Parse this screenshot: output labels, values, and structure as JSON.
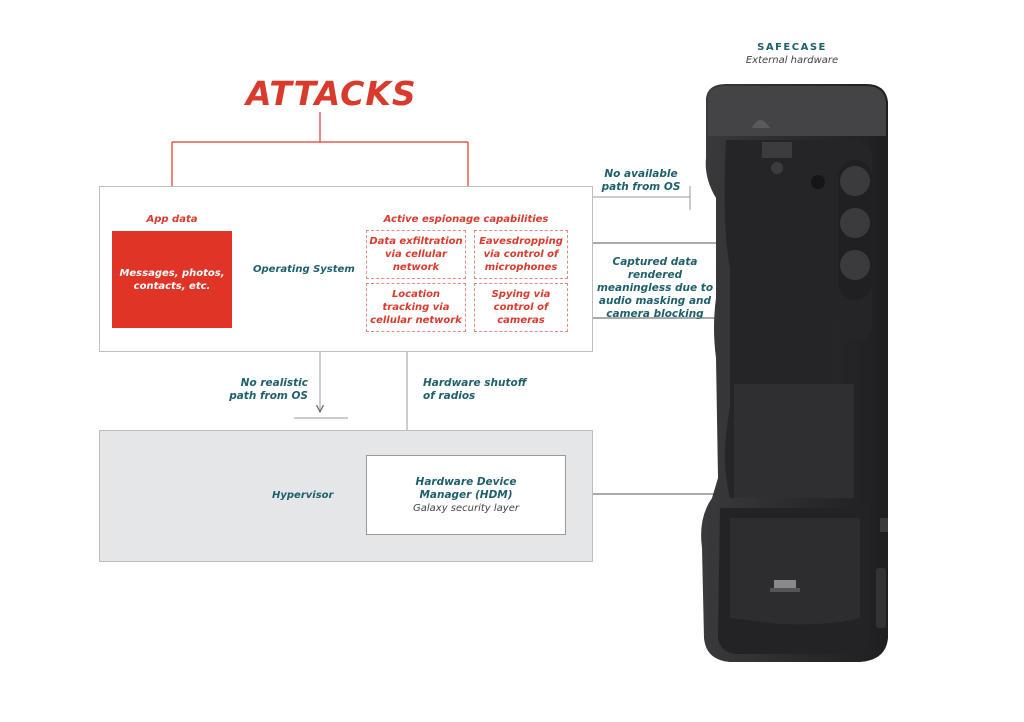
{
  "title": "ATTACKS",
  "device": {
    "brand": "SAFECASE",
    "subtitle": "External hardware"
  },
  "os_layer": {
    "label": "Operating System",
    "app_data_label": "App data",
    "app_data_content": "Messages, photos, contacts, etc.",
    "capabilities_label": "Active espionage capabilities",
    "capabilities": [
      "Data exfiltration via cellular network",
      "Eavesdropping via control of microphones",
      "Location tracking via cellular network",
      "Spying via control of cameras"
    ]
  },
  "hypervisor_layer": {
    "label": "Hypervisor",
    "hdm_title": "Hardware Device Manager (HDM)",
    "hdm_subtitle": "Galaxy security layer"
  },
  "annotations": {
    "no_available_path": "No available path from OS",
    "captured_data": "Captured data rendered meaningless due to audio masking and camera blocking",
    "no_realistic_path": "No realistic path from OS",
    "hardware_shutoff": "Hardware shutoff of radios"
  },
  "colors": {
    "accent_red": "#df3426",
    "label_teal": "#1d5f6b",
    "hypervisor_gray": "#e4e6e7",
    "device_dark": "#2b2b2d"
  }
}
